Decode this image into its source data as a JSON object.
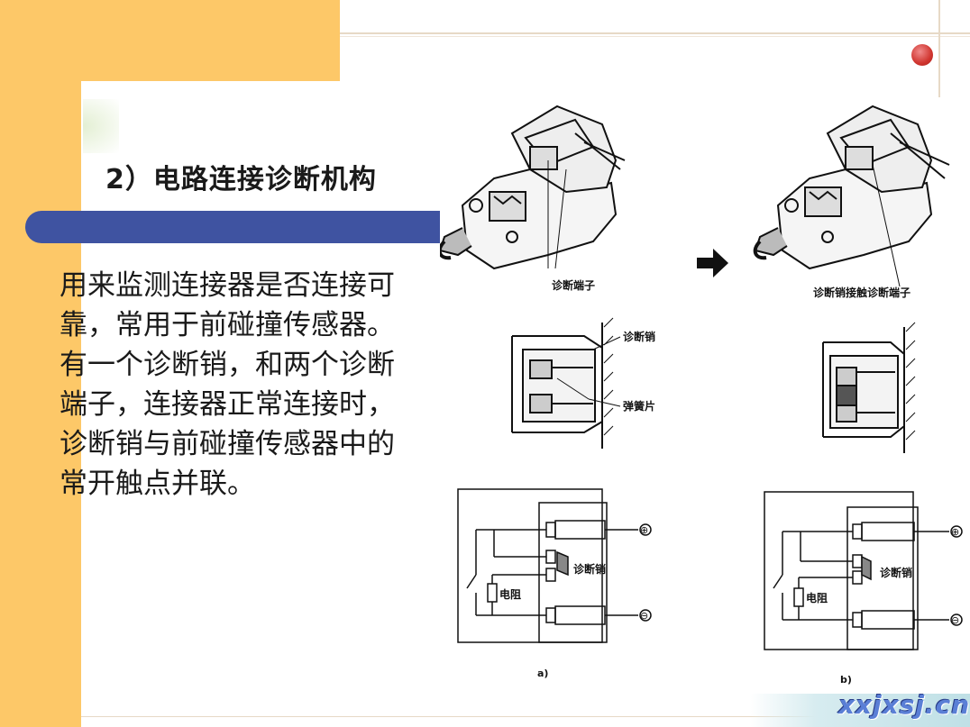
{
  "slide": {
    "title": "2）电路连接诊断机构",
    "body_lines": [
      "用来监测连接器是否连接可",
      "靠，常用于前碰撞传感器。",
      "有一个诊断销，和两个诊断",
      "端子，连接器正常连接时，",
      "诊断销与前碰撞传感器中的",
      "常开触点并联。"
    ]
  },
  "figure": {
    "left_connector_label": "诊断端子",
    "right_connector_label": "诊断销接触诊断端子",
    "pin_label": "诊断销",
    "spring_label": "弹簧片",
    "circuit_pin_label_a": "诊断销",
    "circuit_pin_label_b": "诊断销",
    "resistor_label_a": "电阻",
    "resistor_label_b": "电阻",
    "plus_symbol": "⊕",
    "minus_symbol": "⊖",
    "caption_a": "a)",
    "caption_b": "b)"
  },
  "watermark": {
    "text": "xxjxsj.cn"
  },
  "colors": {
    "accent_yellow": "#fdc868",
    "bar_blue": "#3f53a1",
    "dot_red": "#d0352f"
  }
}
